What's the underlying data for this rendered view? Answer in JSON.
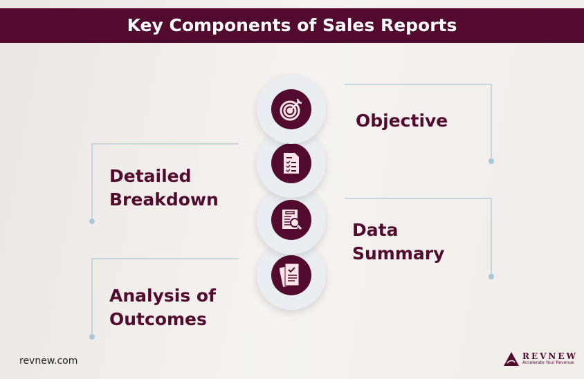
{
  "title": "Key Components of Sales Reports",
  "items": [
    {
      "label": "Objective",
      "icon": "target-icon"
    },
    {
      "label": "Detailed Breakdown",
      "icon": "checklist-document-icon"
    },
    {
      "label": "Data Summary",
      "icon": "document-search-icon"
    },
    {
      "label": "Analysis of Outcomes",
      "icon": "approved-clipboard-icon"
    }
  ],
  "footer": {
    "site": "revnew.com",
    "brand": "REVNEW",
    "tagline": "Accelerate Your Revenue"
  },
  "colors": {
    "primary": "#520a2f",
    "accent": "#a9c8d6",
    "icon_fill": "#fde4e6"
  }
}
